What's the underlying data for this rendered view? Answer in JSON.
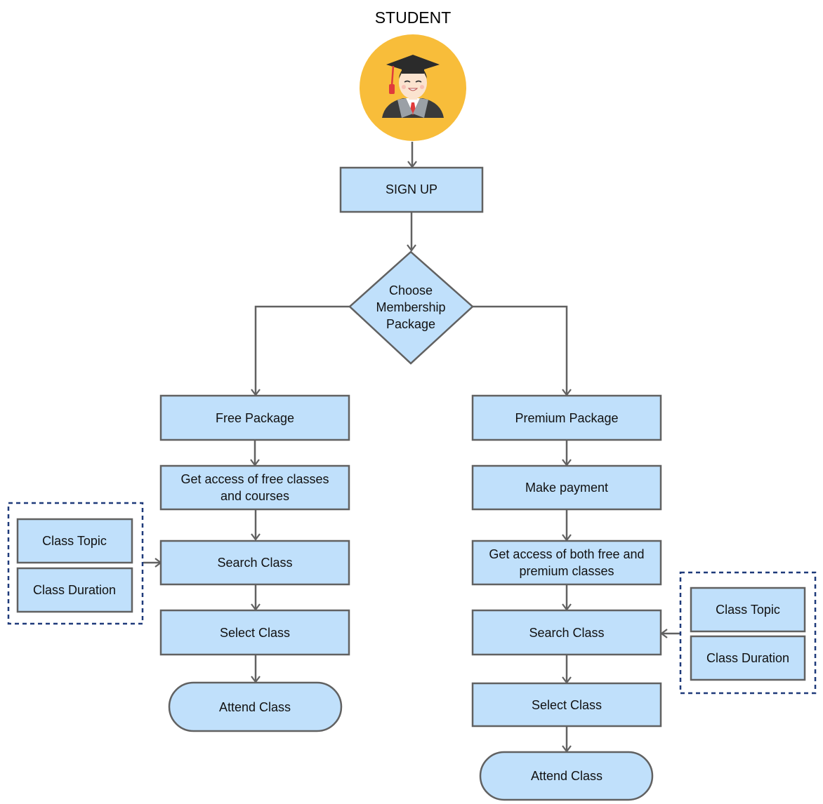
{
  "actor": {
    "label": "STUDENT",
    "icon": "graduate-student-icon"
  },
  "colors": {
    "node_fill": "#c0e0fb",
    "node_stroke": "#616161",
    "edge": "#616161",
    "group_border": "#1f3a7a",
    "avatar_circle": "#f8bd3a"
  },
  "nodes": {
    "sign_up": "SIGN UP",
    "choose_membership": [
      "Choose",
      "Membership",
      "Package"
    ],
    "free_package": "Free Package",
    "free_access": [
      "Get access of free classes",
      "and courses"
    ],
    "free_search": "Search Class",
    "free_select": "Select Class",
    "free_attend": "Attend Class",
    "premium_package": "Premium Package",
    "make_payment": "Make payment",
    "premium_access": [
      "Get access of both free and",
      "premium classes"
    ],
    "premium_search": "Search Class",
    "premium_select": "Select Class",
    "premium_attend": "Attend Class"
  },
  "filters_left": {
    "topic": "Class Topic",
    "duration": "Class Duration"
  },
  "filters_right": {
    "topic": "Class Topic",
    "duration": "Class Duration"
  }
}
